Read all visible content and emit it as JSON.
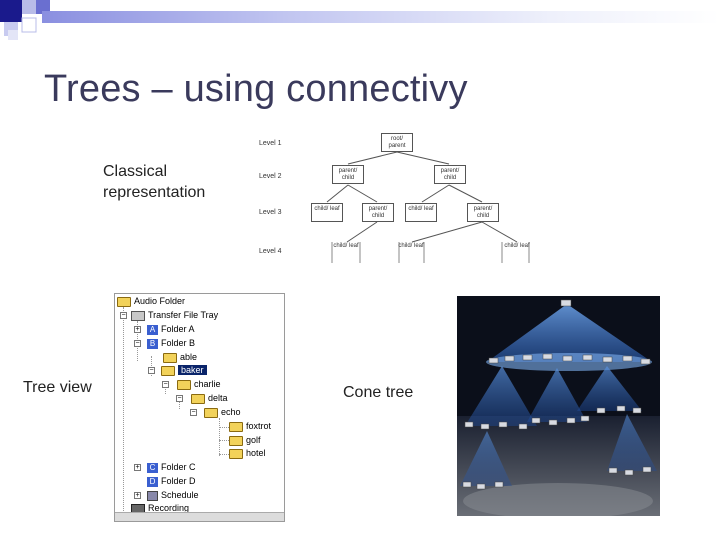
{
  "slide": {
    "title": "Trees – using connectivy",
    "classical_label": "Classical representation",
    "tree_view_label": "Tree view",
    "cone_tree_label": "Cone tree"
  },
  "classical_diagram": {
    "levels": [
      "Level 1",
      "Level 2",
      "Level 3",
      "Level 4"
    ],
    "root": "root/ parent",
    "level2": [
      "parent/ child",
      "parent/ child"
    ],
    "level3": [
      "child/ leaf",
      "parent/ child",
      "child/ leaf",
      "parent/ child"
    ],
    "level4": [
      "child/ leaf",
      "child/ leaf",
      "child/ leaf"
    ]
  },
  "tree_view": {
    "items": [
      "Audio Folder",
      "Transfer File Tray",
      "Folder A",
      "Folder B",
      "able",
      "baker",
      "charlie",
      "delta",
      "echo",
      "foxtrot",
      "golf",
      "hotel",
      "Folder C",
      "Folder D",
      "Schedule",
      "Recording"
    ],
    "selected": "baker"
  },
  "colors": {
    "title": "#3a3a5c",
    "selection": "#0a246a",
    "folder": "#f2d25a",
    "cone": "#3b7bd6"
  }
}
